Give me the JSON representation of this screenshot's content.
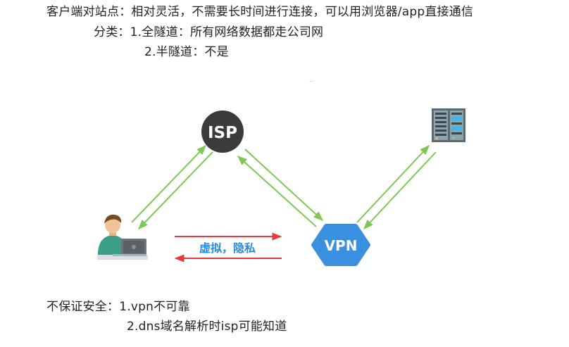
{
  "notes": {
    "line1": "客户端对站点：相对灵活，不需要长时间进行连接，可以用浏览器/app直接通信",
    "line2": "分类：1.全隧道：所有网络数据都走公司网",
    "line3": "2.半隧道：不是"
  },
  "diagram": {
    "isp_label": "ISP",
    "vpn_label": "VPN",
    "tunnel_label": "虚拟，隐私",
    "colors": {
      "green_arrow": "#7dc855",
      "red_arrow": "#e53a3a",
      "isp_fill": "#3b3b3b",
      "vpn_fill": "#3a8fe0",
      "label_blue": "#2b8be0"
    }
  },
  "footer": {
    "line1": "不保证安全：1.vpn不可靠",
    "line2": "2.dns域名解析时isp可能知道"
  }
}
